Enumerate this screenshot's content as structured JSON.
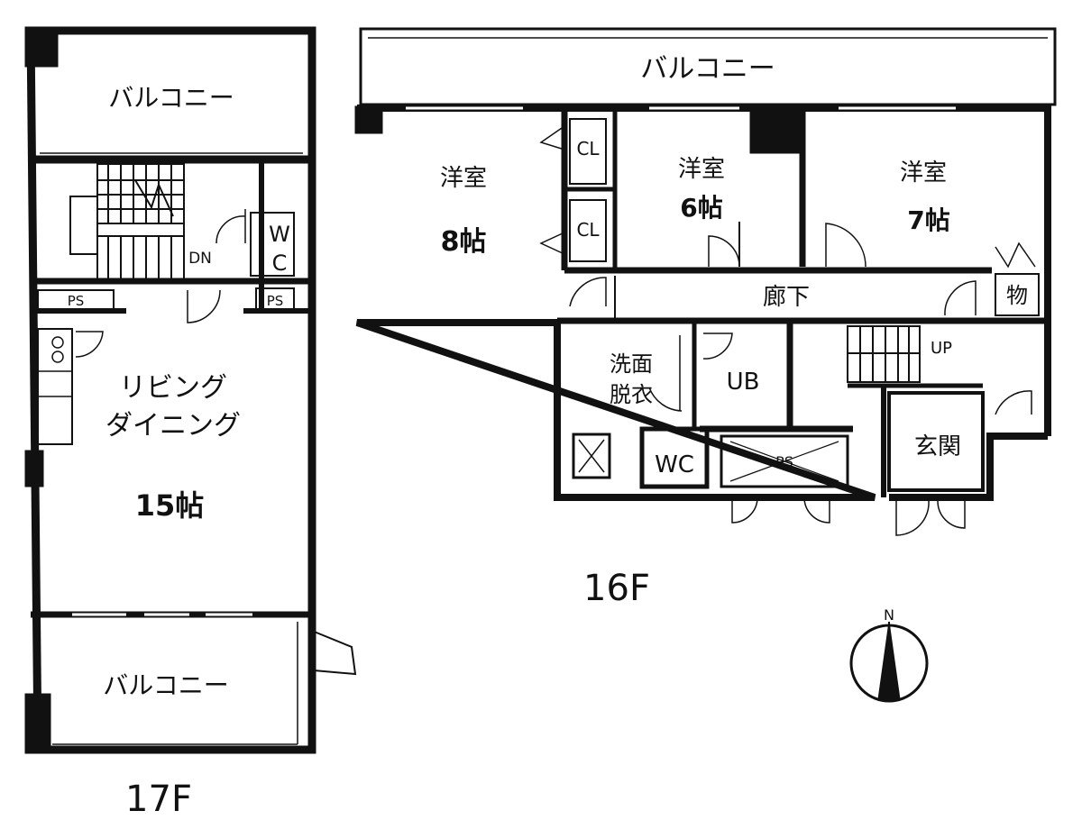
{
  "floor17": {
    "label": "17F",
    "balcony_top": "バルコニー",
    "balcony_bottom": "バルコニー",
    "living_line1": "リビング",
    "living_line2": "ダイニング",
    "living_size": "15帖",
    "wc_line1": "W",
    "wc_line2": "C",
    "stair_dn": "DN",
    "ps_left": "PS",
    "ps_right": "PS"
  },
  "floor16": {
    "label": "16F",
    "balcony": "バルコニー",
    "room8_name": "洋室",
    "room8_size": "8帖",
    "room6_name": "洋室",
    "room6_size": "6帖",
    "room7_name": "洋室",
    "room7_size": "7帖",
    "closet_upper": "CL",
    "closet_lower": "CL",
    "corridor": "廊下",
    "storage": "物",
    "washroom_line1": "洗面",
    "washroom_line2": "脱衣",
    "unit_bath": "UB",
    "wc": "WC",
    "ps": "PS",
    "stair_up": "UP",
    "entrance": "玄関"
  },
  "compass": {
    "north_label": "N"
  }
}
